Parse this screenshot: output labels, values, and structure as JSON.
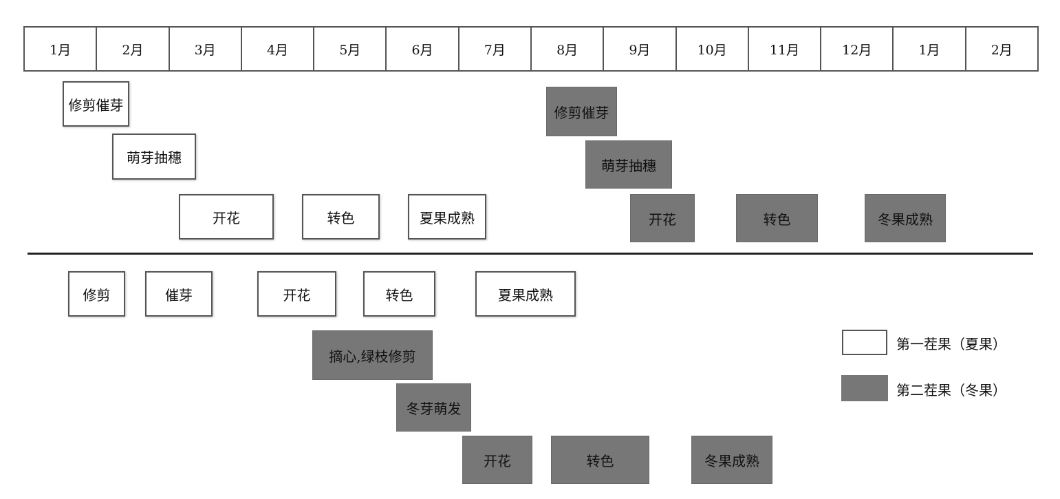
{
  "months": [
    "1月",
    "2月",
    "3月",
    "4月",
    "5月",
    "6月",
    "7月",
    "8月",
    "9月",
    "10月",
    "11月",
    "12月",
    "1月",
    "2月"
  ],
  "upper_panel": {
    "summer": [
      "修剪催芽",
      "萌芽抽穗",
      "开花",
      "转色",
      "夏果成熟"
    ],
    "winter": [
      "修剪催芽",
      "萌芽抽穗",
      "开花",
      "转色",
      "冬果成熟"
    ]
  },
  "lower_panel": {
    "summer": [
      "修剪",
      "催芽",
      "开花",
      "转色",
      "夏果成熟"
    ],
    "winter": [
      "摘心,绿枝修剪",
      "冬芽萌发",
      "开花",
      "转色",
      "冬果成熟"
    ]
  },
  "legend": {
    "summer": "第一茬果（夏果）",
    "winter": "第二茬果（冬果）"
  },
  "colors": {
    "winter_fill": "#777777",
    "summer_fill": "#ffffff",
    "border": "#555555"
  }
}
